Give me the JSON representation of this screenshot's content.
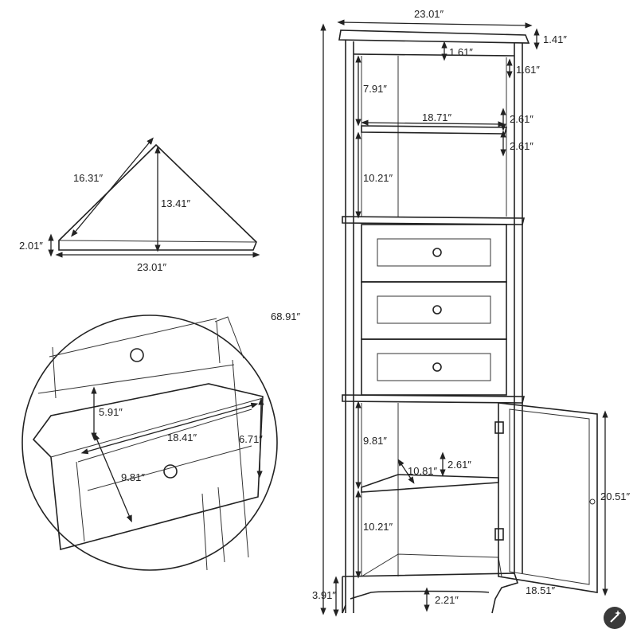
{
  "diagram": {
    "cabinet": {
      "overall_width": "23.01″",
      "crown_height": "1.41″",
      "top_rail": "1.61″",
      "side_rail": "1.61″",
      "top_compartment_height": "7.91″",
      "shelf_width": "18.71″",
      "shelf_thickness_top": "2.61″",
      "shelf_thickness_bottom": "2.61″",
      "upper_compartment_height": "10.21″",
      "overall_height": "68.91″",
      "lower_upper_height": "9.81″",
      "lower_shelf_depth": "10.81″",
      "lower_shelf_thickness": "2.61″",
      "lower_bottom_height": "10.21″",
      "door_height": "20.51″",
      "door_width": "18.51″",
      "base_height": "3.91″",
      "kick_height": "2.21″"
    },
    "top_view": {
      "side_length": "16.31″",
      "depth": "13.41″",
      "edge_thickness": "2.01″",
      "width": "23.01″"
    },
    "drawer_detail": {
      "inner_depth": "5.91″",
      "drawer_width": "18.41″",
      "drawer_height": "6.71″",
      "drawer_length": "9.81″"
    },
    "icons": [
      "sparkle-icon"
    ]
  }
}
